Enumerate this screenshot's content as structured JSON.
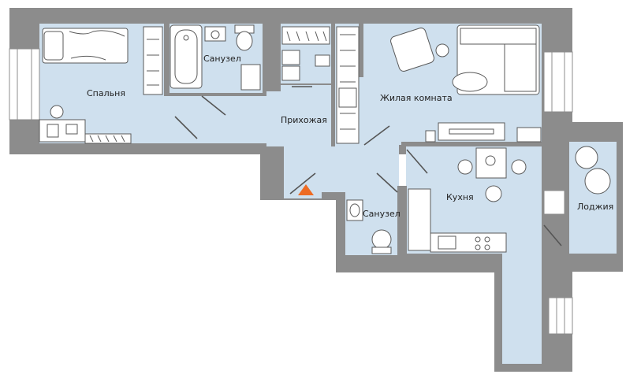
{
  "colors": {
    "wall": "#8c8c8c",
    "wall_edge": "#6f6f6f",
    "floor": "#cfe0ee",
    "window": "#ffffff",
    "entrance_marker": "#ee6b23"
  },
  "rooms": {
    "bedroom": "Спальня",
    "bathroom_top": "Санузел",
    "hallway": "Прихожая",
    "living_room": "Жилая комната",
    "kitchen": "Кухня",
    "bathroom_bottom": "Санузел",
    "loggia": "Лоджия"
  },
  "icons": {
    "entrance": "entrance-arrow-icon"
  }
}
